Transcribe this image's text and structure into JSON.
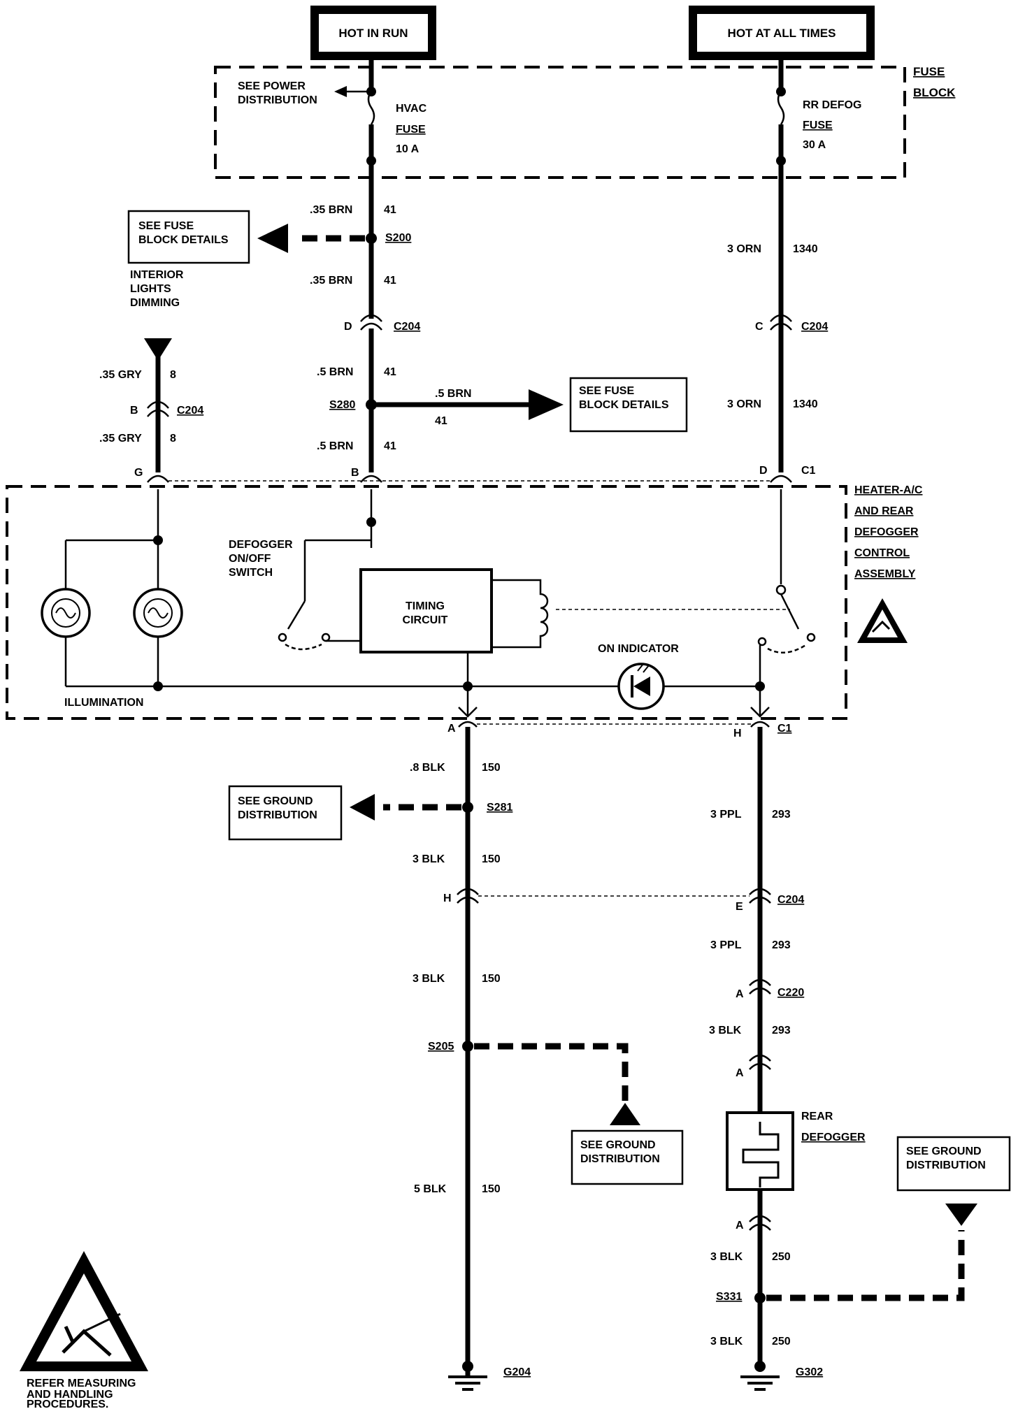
{
  "power": {
    "hot_in_run": "HOT IN RUN",
    "hot_at_all_times": "HOT AT ALL TIMES"
  },
  "fuse_block": {
    "title_1": "FUSE",
    "title_2": "BLOCK",
    "see_power_1": "SEE POWER",
    "see_power_2": "DISTRIBUTION",
    "hvac_fuse": {
      "name": "HVAC",
      "fuse": "FUSE",
      "rating": "10 A"
    },
    "rr_defog_fuse": {
      "name": "RR DEFOG",
      "fuse": "FUSE",
      "rating": "30 A"
    }
  },
  "left_branch": {
    "see_fuse_1": "SEE FUSE",
    "see_fuse_2": "BLOCK DETAILS",
    "interior_1": "INTERIOR",
    "interior_2": "LIGHTS",
    "interior_3": "DIMMING",
    "wire_gry_1": ".35 GRY",
    "circuit_8a": "8",
    "conn_b": "B",
    "c204": "C204",
    "wire_gry_2": ".35 GRY",
    "circuit_8b": "8",
    "pin_g": "G"
  },
  "center_feed": {
    "wire_1": ".35 BRN",
    "circuit_1": "41",
    "splice_s200": "S200",
    "wire_2": ".35 BRN",
    "circuit_2": "41",
    "pin_d": "D",
    "c204": "C204",
    "wire_3": ".5 BRN",
    "circuit_3": "41",
    "splice_s280": "S280",
    "branch_wire": ".5 BRN",
    "branch_circuit": "41",
    "see_fuse_1": "SEE FUSE",
    "see_fuse_2": "BLOCK DETAILS",
    "wire_4": ".5 BRN",
    "circuit_4": "41",
    "pin_b": "B"
  },
  "right_feed": {
    "wire_1": "3 ORN",
    "circuit_1": "1340",
    "pin_c": "C",
    "c204": "C204",
    "wire_2": "3 ORN",
    "circuit_2": "1340",
    "pin_d": "D",
    "c1": "C1"
  },
  "module": {
    "title_1": "HEATER-A/C",
    "title_2": "AND REAR",
    "title_3": "DEFOGGER",
    "title_4": "CONTROL",
    "title_5": "ASSEMBLY",
    "switch_1": "DEFOGGER",
    "switch_2": "ON/OFF",
    "switch_3": "SWITCH",
    "timing_1": "TIMING",
    "timing_2": "CIRCUIT",
    "on_indicator": "ON INDICATOR",
    "illumination": "ILLUMINATION"
  },
  "ground_left": {
    "pin_a": "A",
    "wire_1": ".8 BLK",
    "circuit_1": "150",
    "see_ground_1": "SEE GROUND",
    "see_ground_2": "DISTRIBUTION",
    "splice_s281": "S281",
    "wire_2": "3 BLK",
    "circuit_2": "150",
    "pin_h": "H",
    "wire_3": "3 BLK",
    "circuit_3": "150",
    "splice_s205": "S205",
    "see_ground_b1": "SEE GROUND",
    "see_ground_b2": "DISTRIBUTION",
    "wire_4": "5 BLK",
    "circuit_4": "150",
    "ground": "G204"
  },
  "defogger_circuit": {
    "pin_h": "H",
    "c1": "C1",
    "wire_1": "3 PPL",
    "circuit_1": "293",
    "pin_e": "E",
    "c204": "C204",
    "wire_2": "3 PPL",
    "circuit_2": "293",
    "pin_a1": "A",
    "c220": "C220",
    "wire_3": "3 BLK",
    "circuit_3": "293",
    "pin_a2": "A",
    "rear_1": "REAR",
    "rear_2": "DEFOGGER",
    "pin_a3": "A",
    "wire_4": "3 BLK",
    "circuit_4": "250",
    "splice_s331": "S331",
    "see_ground_1": "SEE GROUND",
    "see_ground_2": "DISTRIBUTION",
    "wire_5": "3 BLK",
    "circuit_5": "250",
    "ground": "G302"
  },
  "esd_note": {
    "line_1": "REFER MEASURING",
    "line_2": "AND HANDLING",
    "line_3": "PROCEDURES."
  }
}
